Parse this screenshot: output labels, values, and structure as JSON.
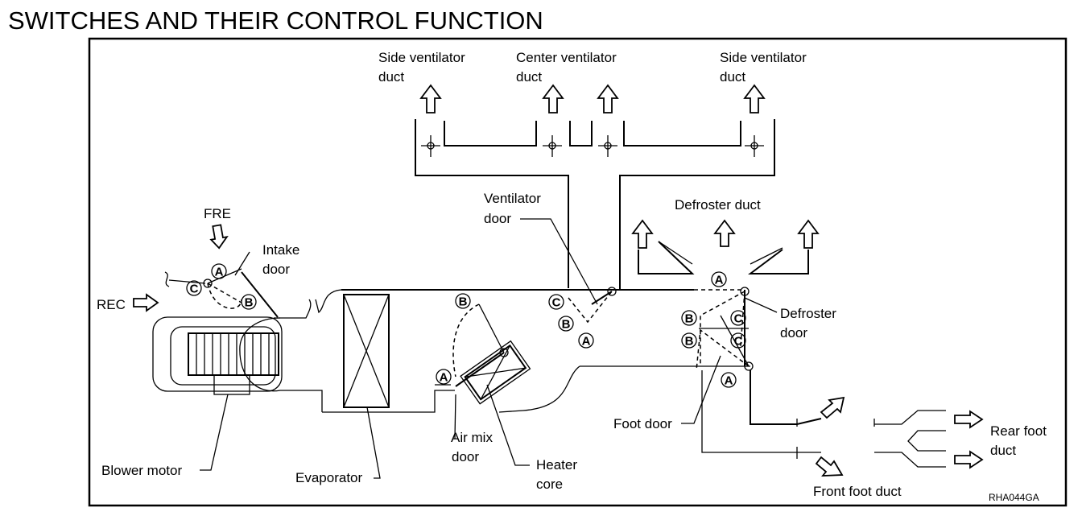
{
  "title": "SWITCHES AND THEIR CONTROL FUNCTION",
  "labels": {
    "side_vent_left_1": "Side  ventilator",
    "side_vent_left_2": "duct",
    "center_vent_1": "Center  ventilator",
    "center_vent_2": "duct",
    "side_vent_right_1": "Side  ventilator",
    "side_vent_right_2": "duct",
    "ventilator_door_1": "Ventilator",
    "ventilator_door_2": "door",
    "defroster_duct": "Defroster  duct",
    "fre": "FRE",
    "intake_door_1": "Intake",
    "intake_door_2": "door",
    "rec": "REC",
    "defroster_door_1": "Defroster",
    "defroster_door_2": "door",
    "foot_door": "Foot door",
    "rear_foot_duct_1": "Rear  foot",
    "rear_foot_duct_2": "duct",
    "air_mix_door_1": "Air  mix",
    "air_mix_door_2": "door",
    "heater_core_1": "Heater",
    "heater_core_2": "core",
    "blower_motor": "Blower motor",
    "evaporator": "Evaporator",
    "front_foot_duct": "Front  foot  duct",
    "code": "RHA044GA"
  },
  "positions": {
    "A": "A",
    "B": "B",
    "C": "C"
  }
}
